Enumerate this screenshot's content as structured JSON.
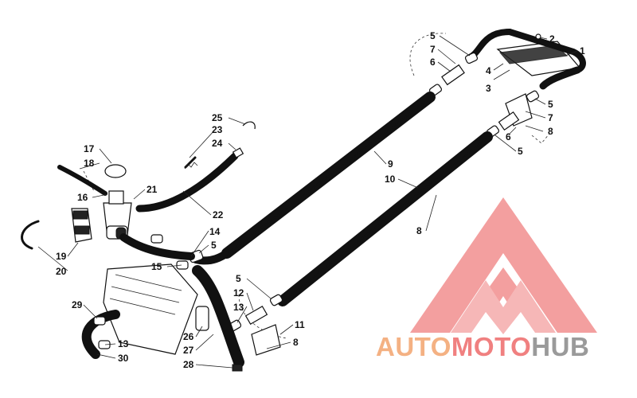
{
  "labels": {
    "n1": "1",
    "n2": "2",
    "n3": "3",
    "n4": "4",
    "n5a": "5",
    "n7a": "7",
    "n6a": "6",
    "n5b": "5",
    "n7b": "7",
    "n8a": "8",
    "n6b": "6",
    "n5c": "5",
    "n9": "9",
    "n10": "10",
    "n8b": "8",
    "n25": "25",
    "n23": "23",
    "n24": "24",
    "n17": "17",
    "n18": "18",
    "n16": "16",
    "n21": "21",
    "n22": "22",
    "n14": "14",
    "n5d": "5",
    "n15": "15",
    "n19": "19",
    "n20": "20",
    "n5e": "5",
    "n12": "12",
    "n13a": "13",
    "n11": "11",
    "n8c": "8",
    "n29": "29",
    "n13b": "13",
    "n30": "30",
    "n26": "26",
    "n27": "27",
    "n28": "28"
  },
  "watermark": {
    "part1": "AUTO",
    "part2": "MOTO",
    "part3": "HUB",
    "color_orange": "#f4b183",
    "color_red": "#f08080",
    "color_gray": "#9a9a9a"
  }
}
